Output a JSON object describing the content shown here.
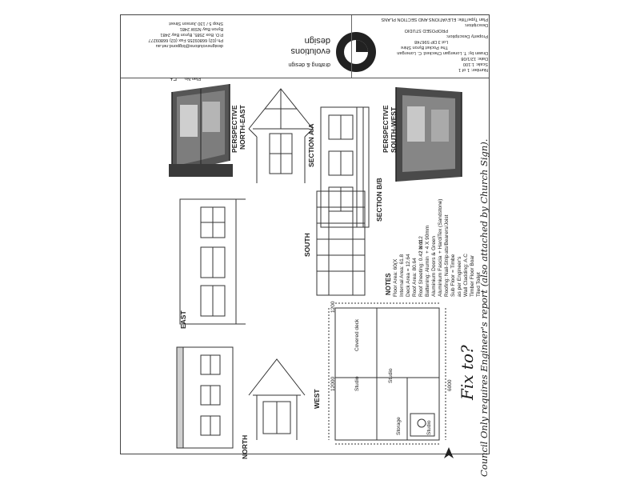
{
  "title_block": {
    "brand_line1": "design",
    "brand_line2": "evolutions",
    "brand_sub": "drafting & design",
    "address": [
      "Shop 5 / 130 Jonson Street",
      "Byron Bay NSW 2481",
      "P.O. Box 2585, Byron Bay 2481",
      "Ph (02) 66809255 Fax (02) 66809277",
      "designevolutions@bigpond.net.au"
    ],
    "project_rows": [
      "Plan Type/Title: ELEVATIONS AND SECTION PLANS",
      "Description:",
      "PROPOSED STUDIO",
      "Property Description:",
      "Lot 3 DP 596748",
      "The Pocket Byron Shire",
      "Drawn by: T. Lonergan  Checked: C. Lonergan",
      "Date: 12/1/08",
      "Scale: 1:100",
      "Number: 1 of 1"
    ],
    "sheet_label": "Plan No.",
    "sheet_no": "P1"
  },
  "views": {
    "perspective_ne": [
      "PERSPECTIVE",
      "NORTH-EAST"
    ],
    "perspective_sw": [
      "PERSPECTIVE",
      "SOUTH-WEST"
    ],
    "section_aa": "SECTION A/A",
    "section_bb": "SECTION B/B",
    "south": "SOUTH",
    "east": "EAST",
    "west": "WEST",
    "north": "NORTH"
  },
  "notes": {
    "heading": "NOTES",
    "lines": [
      "Floor Area: 60(X",
      "Internal Area: 61.8",
      "Deck Area = 12.64",
      "Roof Area: 80.64",
      "Roof Sheeting: 0.42 bmt",
      "Battening: Alumin",
      "Aluminium Doors &",
      "Aluminium Fascia",
      "Roofing: Nail-Strip",
      "Sub Floor = Timbe",
      "as per Engineer's",
      "Wall Cladding: A.C",
      "Timber Floor Boar",
      "Tiled Toilet"
    ],
    "specs": [
      "2 X 112",
      "+ 4 X 90mm",
      "- Green",
      "+ HardiTex (Sandstone)",
      "ats/Bearers/Joist"
    ]
  },
  "plan": {
    "rooms": [
      "Studio",
      "Covered deck",
      "Studio",
      "Storage",
      "Studio"
    ],
    "dims": [
      "1200",
      "3000",
      "12000",
      "6000"
    ]
  },
  "handwritten": {
    "line1": "Council Only requires Engineer's report (also attached by Church Sign).",
    "line2": "Fix to?"
  },
  "colors": {
    "line": "#333333",
    "fill_dark": "#3a3a3a",
    "fill_mid": "#8a8a8a",
    "paper": "#ffffff"
  }
}
